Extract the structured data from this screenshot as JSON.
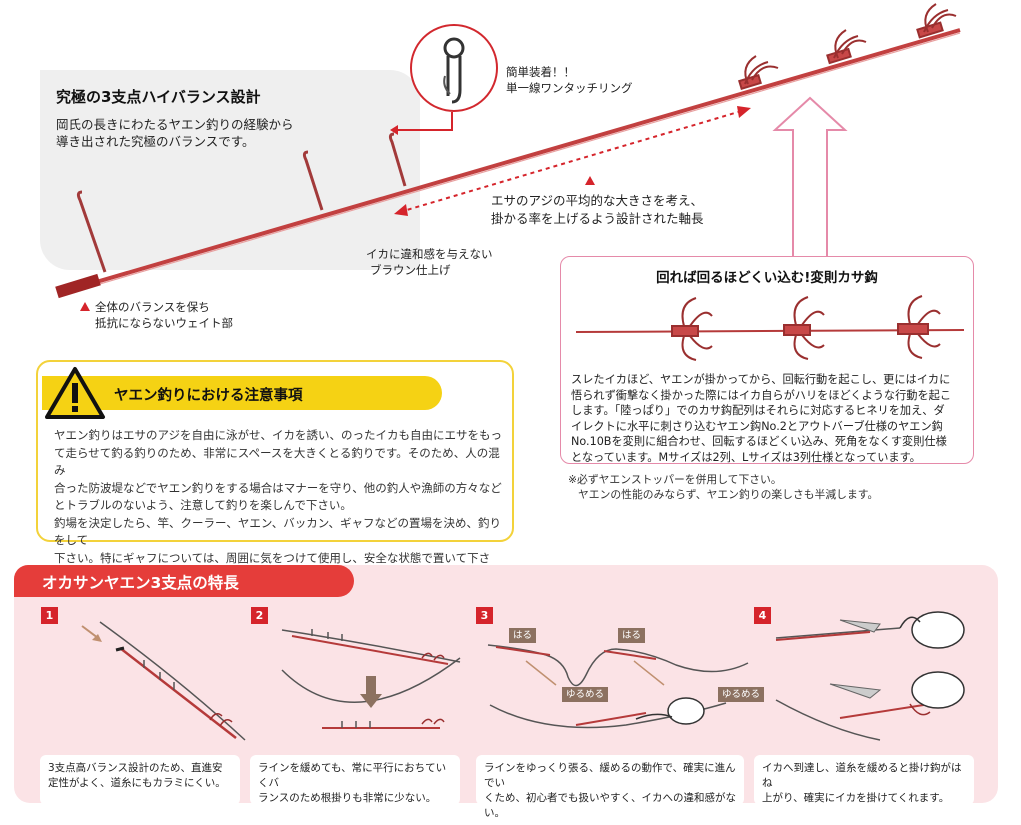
{
  "design": {
    "title": "究極の3支点ハイバランス設計",
    "desc_line1": "岡氏の長きにわたるヤエン釣りの経験から",
    "desc_line2": "導き出された究極のバランスです。"
  },
  "ring": {
    "line1": "簡単装着！！",
    "line2": "単一線ワンタッチリング"
  },
  "shaft": {
    "line1": "エサのアジの平均的な大きさを考え、",
    "line2": "掛かる率を上げるよう設計された軸長"
  },
  "brown": {
    "line1": "イカに違和感を与えない",
    "line2": "ブラウン仕上げ"
  },
  "weight": {
    "line1": "全体のバランスを保ち",
    "line2": "抵抗にならないウェイト部"
  },
  "caution": {
    "title": "ヤエン釣りにおける注意事項",
    "p1_l1": "ヤエン釣りはエサのアジを自由に泳がせ、イカを誘い、のったイカも自由にエサをもっ",
    "p1_l2": "て走らせて釣る釣りのため、非常にスペースを大きくとる釣りです。そのため、人の混み",
    "p1_l3": "合った防波堤などでヤエン釣りをする場合はマナーを守り、他の釣人や漁師の方々など",
    "p1_l4": "とトラブルのないよう、注意して釣りを楽しんで下さい。",
    "p2_l1": "釣場を決定したら、竿、クーラー、ヤエン、バッカン、ギャフなどの置場を決め、釣りをして",
    "p2_l2": "下さい。特にギャフについては、周囲に気をつけて使用し、安全な状態で置いて下さい。"
  },
  "kasa": {
    "title": "回れば回るほどくい込む!変則カサ鈎",
    "l1": "スレたイカほど、ヤエンが掛かってから、回転行動を起こし、更にはイカに",
    "l2": "悟られず衝撃なく掛かった際にはイカ自らがハリをほどくような行動を起こ",
    "l3": "します。「陸っぱり」でのカサ鈎配列はそれらに対応するヒネリを加え、ダ",
    "l4": "イレクトに水平に刺さり込むヤエン鈎No.2とアウトバーブ仕様のヤエン鈎",
    "l5": "No.10Bを変則に組合わせ、回転するほどくい込み、死角をなくす変則仕様",
    "l6": "となっています。Mサイズは2列、Lサイズは3列仕様となっています。"
  },
  "note": {
    "l1": "※必ずヤエンストッパーを併用して下さい。",
    "l2": "ヤエンの性能のみならず、ヤエン釣りの楽しさも半減します。"
  },
  "features": {
    "title": "オカサンヤエン3支点の特長",
    "items": [
      {
        "num": "1",
        "l1": "3支点高バランス設計のため、直進安",
        "l2": "定性がよく、道糸にもカラミにくい。"
      },
      {
        "num": "2",
        "l1": "ラインを緩めても、常に平行におちていくバ",
        "l2": "ランスのため根掛りも非常に少ない。"
      },
      {
        "num": "3",
        "l1": "ラインをゆっくり張る、緩めるの動作で、確実に進んでい",
        "l2": "くため、初心者でも扱いやすく、イカへの違和感がない。"
      },
      {
        "num": "4",
        "l1": "イカへ到達し、道糸を緩めると掛け鈎がはね",
        "l2": "上がり、確実にイカを掛けてくれます。"
      }
    ],
    "tags": {
      "haru1": "はる",
      "yurumeru1": "ゆるめる",
      "haru2": "はる",
      "yurumeru2": "ゆるめる"
    }
  },
  "colors": {
    "accent_red": "#d5242b",
    "rod_red": "#b52a2a",
    "caution_yellow": "#f5d214",
    "pink_bg": "#fbe3e6"
  }
}
